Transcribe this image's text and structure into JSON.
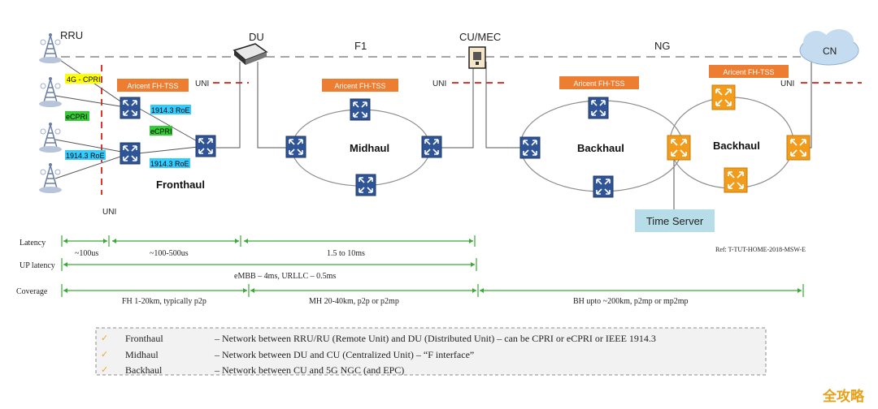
{
  "nodes": {
    "rru": "RRU",
    "du": "DU",
    "f1": "F1",
    "cu_mec": "CU/MEC",
    "ng": "NG",
    "cn": "CN"
  },
  "fh_tss_label": "Aricent FH-TSS",
  "uni_label": "UNI",
  "links": {
    "cpri_4g": "4G - CPRI",
    "ecpri": "eCPRI",
    "ecpri_mid": "eCPRI",
    "roe_1": "1914.3 RoE",
    "roe_2": "1914.3 RoE",
    "roe_3": "1914.3 RoE"
  },
  "networks": {
    "fronthaul": "Fronthaul",
    "midhaul": "Midhaul",
    "backhaul_1": "Backhaul",
    "backhaul_2": "Backhaul"
  },
  "time_server": "Time Server",
  "timing": {
    "latency_label": "Latency",
    "up_latency_label": "UP latency",
    "coverage_label": "Coverage",
    "lat_1": "~100us",
    "lat_2": "~100-500us",
    "lat_3": "1.5 to 10ms",
    "up_lat": "eMBB – 4ms, URLLC – 0.5ms",
    "cov_fh": "FH 1-20km, typically p2p",
    "cov_mh": "MH 20-40km, p2p or p2mp",
    "cov_bh": "BH  upto ~200km, p2mp or mp2mp"
  },
  "reference": "Ref: T-TUT-HOME-2018-MSW-E",
  "legend": [
    {
      "term": "Fronthaul",
      "desc": "– Network between RRU/RU (Remote Unit) and DU (Distributed Unit) – can be CPRI or eCPRI or IEEE 1914.3"
    },
    {
      "term": "Midhaul",
      "desc": "– Network between DU and CU (Centralized Unit) – “F interface”"
    },
    {
      "term": "Backhaul",
      "desc": "– Network between CU and 5G NGC (and EPC)"
    }
  ],
  "watermark": "全攻略",
  "colors": {
    "blue_switch": "#2f5597",
    "orange_switch": "#f39c1b",
    "tss_box": "#ed7d31",
    "uni_line": "#e0372c",
    "time_server_bg": "#b7dde8",
    "arrow_green": "#3aaa35",
    "yellow_tag": "#ffff00",
    "green_tag": "#33cc33",
    "cyan_tag": "#33ccff"
  }
}
